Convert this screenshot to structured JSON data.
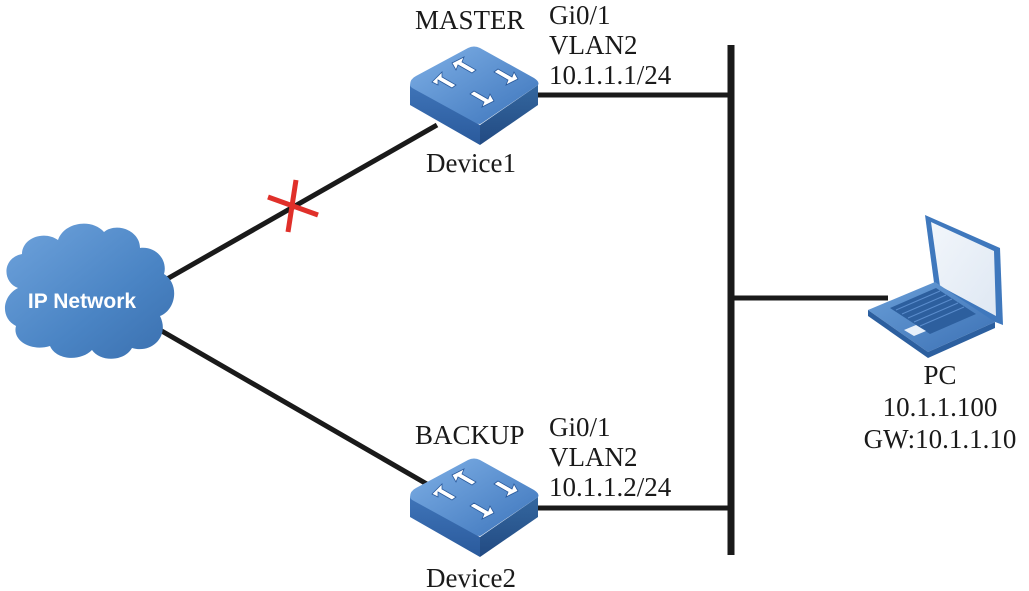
{
  "diagram": {
    "type": "network-topology",
    "title": "",
    "cloud": {
      "label": "IP Network",
      "icon": "cloud-icon"
    },
    "devices": [
      {
        "id": "device1",
        "name": "Device1",
        "role": "MASTER",
        "interface": "Gi0/1",
        "vlan": "VLAN2",
        "ip": "10.1.1.1/24",
        "icon": "switch-icon",
        "uplink_status": "failed"
      },
      {
        "id": "device2",
        "name": "Device2",
        "role": "BACKUP",
        "interface": "Gi0/1",
        "vlan": "VLAN2",
        "ip": "10.1.1.2/24",
        "icon": "switch-icon",
        "uplink_status": "up"
      }
    ],
    "host": {
      "name": "PC",
      "ip": "10.1.1.100",
      "gateway": "GW:10.1.1.10",
      "icon": "laptop-icon"
    },
    "links": [
      {
        "from": "IP Network",
        "to": "Device1",
        "status": "failed",
        "marker": "red-x"
      },
      {
        "from": "IP Network",
        "to": "Device2",
        "status": "up"
      },
      {
        "from": "Device1",
        "to": "LAN segment",
        "status": "up"
      },
      {
        "from": "Device2",
        "to": "LAN segment",
        "status": "up"
      },
      {
        "from": "PC",
        "to": "LAN segment",
        "status": "up"
      }
    ],
    "colors": {
      "device_blue": "#3f78bd",
      "cloud_blue": "#4a84c4",
      "fault_red": "#e0302a",
      "line_black": "#1a1a1a"
    }
  }
}
